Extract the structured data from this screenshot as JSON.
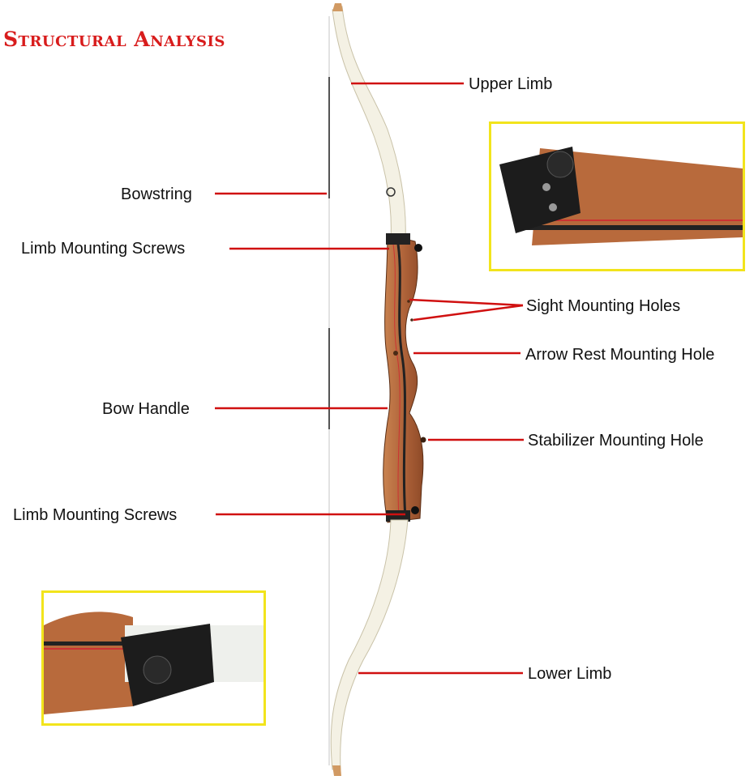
{
  "title": "Structural Analysis",
  "labels": {
    "upper_limb": "Upper Limb",
    "bowstring": "Bowstring",
    "limb_mounting_screws_top": "Limb Mounting Screws",
    "sight_mounting_holes": "Sight Mounting Holes",
    "arrow_rest_mounting_hole": "Arrow Rest Mounting Hole",
    "bow_handle": "Bow Handle",
    "stabilizer_mounting_hole": "Stabilizer Mounting Hole",
    "limb_mounting_screws_bottom": "Limb Mounting Screws",
    "lower_limb": "Lower Limb"
  },
  "colors": {
    "title": "#d81c1c",
    "leader_line": "#d01010",
    "inset_border": "#f2e41c",
    "wood": "#b86a3c",
    "limb": "#f4f1e4"
  }
}
